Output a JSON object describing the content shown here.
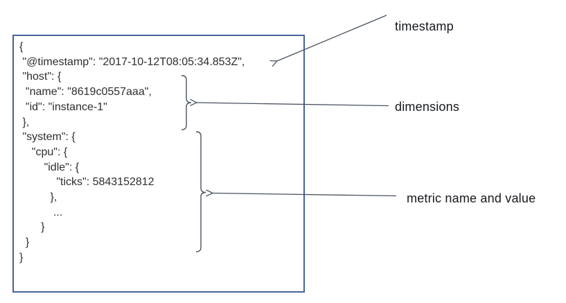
{
  "diagram": {
    "code_lines": [
      "{",
      " \"@timestamp\": \"2017-10-12T08:05:34.853Z\",",
      " \"host\": {",
      "  \"name\": \"8619c0557aaa\",",
      "  \"id\": \"instance-1\"",
      " },",
      " \"system\": {",
      "    \"cpu\": {",
      "        \"idle\": {",
      "            \"ticks\": 5843152812",
      "          },",
      "           ...",
      "       }",
      "  }",
      "}"
    ],
    "labels": {
      "timestamp": "timestamp",
      "dimensions": "dimensions",
      "metric": "metric name and value"
    },
    "colors": {
      "box_border": "#46619e",
      "annotation": "#49525f",
      "code_text": "#2d2d2d",
      "label_text": "#15181d"
    }
  }
}
